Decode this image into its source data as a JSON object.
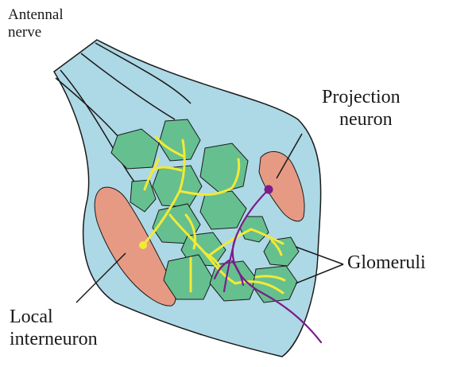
{
  "labels": {
    "antennal_nerve": [
      "Antennal",
      "nerve"
    ],
    "projection_neuron": [
      "Projection",
      "neuron"
    ],
    "glomeruli": "Glomeruli",
    "local_interneuron": [
      "Local",
      "interneuron"
    ]
  },
  "colors": {
    "lobe_fill": "#add8e6",
    "glomerulus_fill": "#66bf8f",
    "cell_body_fill": "#e69a84",
    "interneuron_process": "#f2ea36",
    "projection_neuron_process": "#7b1c8a",
    "outline": "#1a1a1a"
  }
}
